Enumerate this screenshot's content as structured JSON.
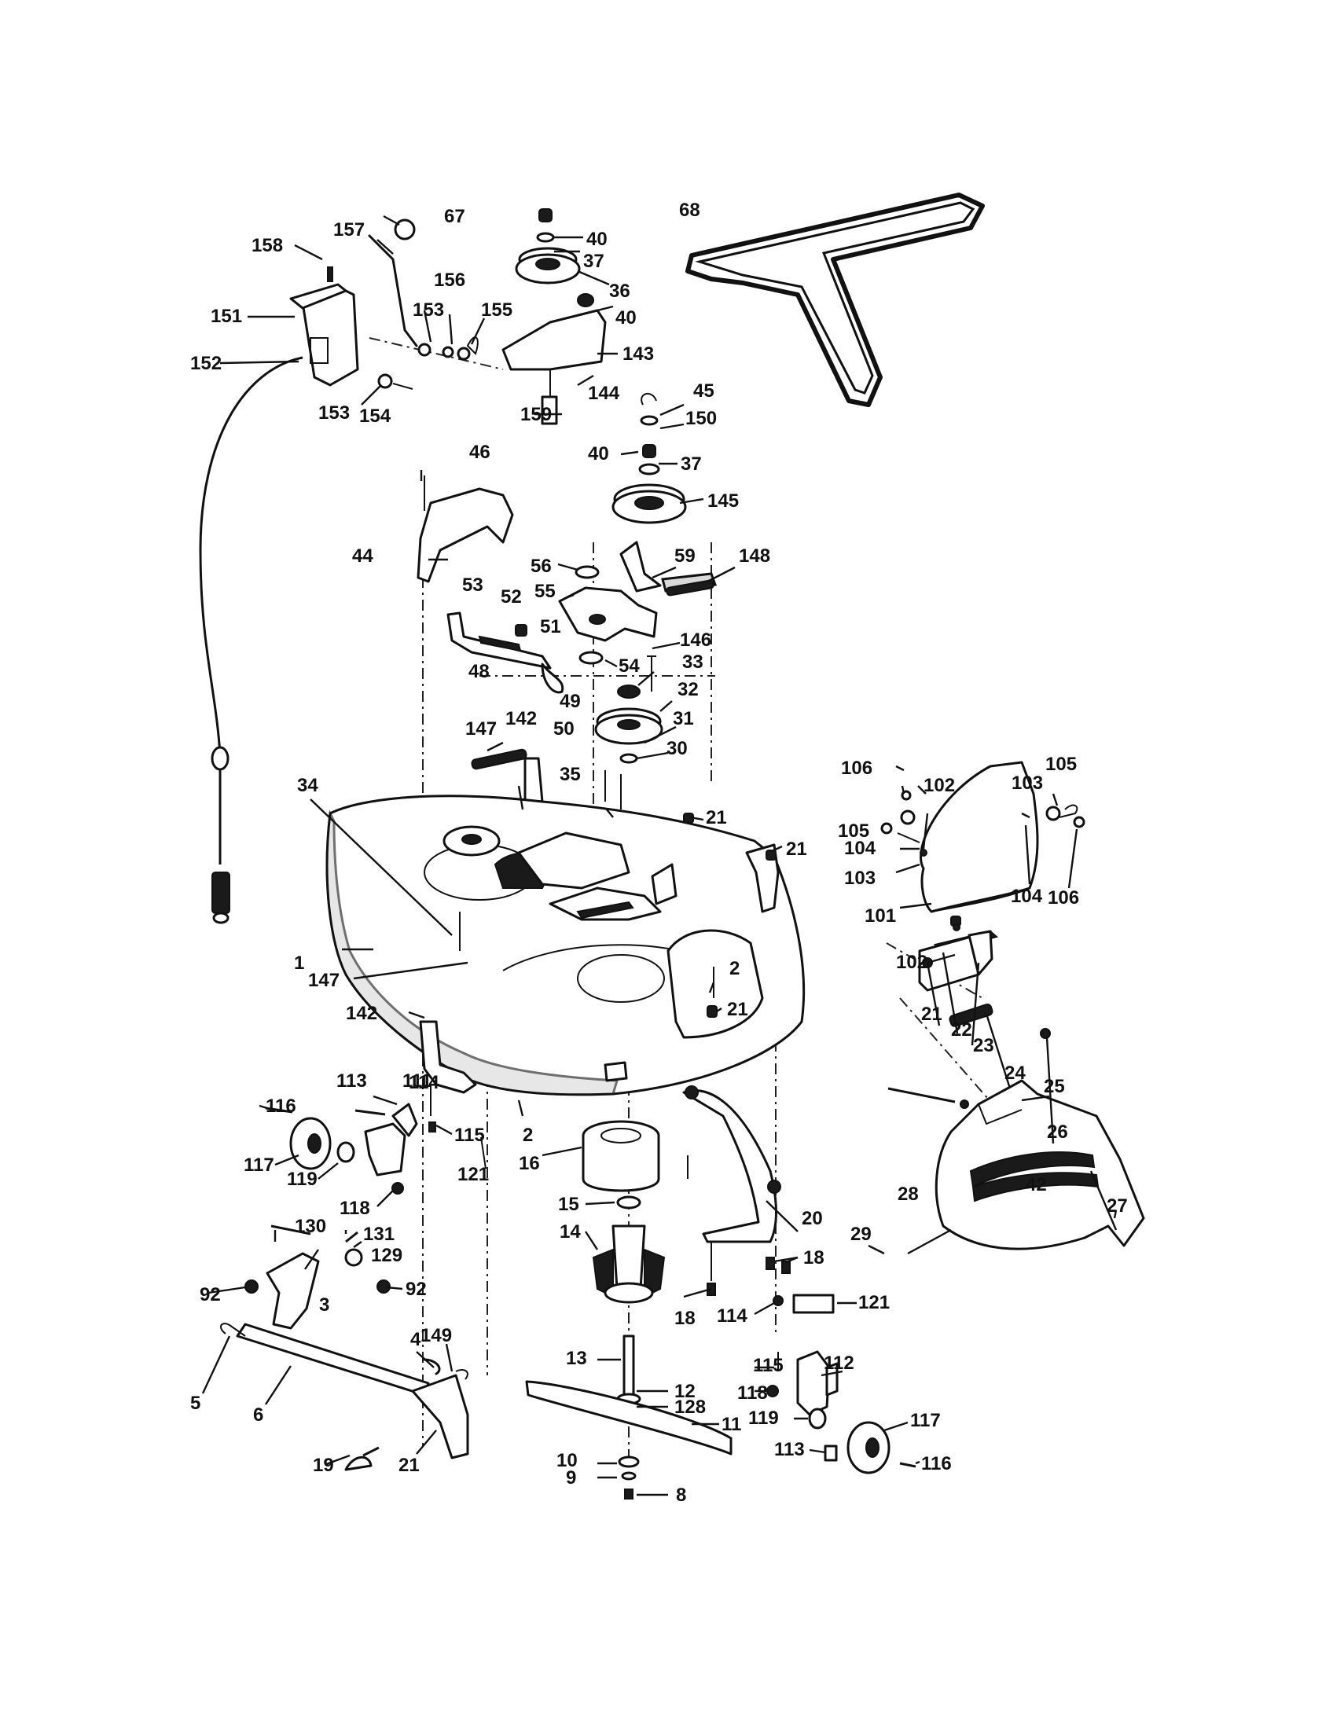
{
  "callouts": [
    {
      "id": "c1",
      "label": "1"
    },
    {
      "id": "c2a",
      "label": "2"
    },
    {
      "id": "c2b",
      "label": "2"
    },
    {
      "id": "c3",
      "label": "3"
    },
    {
      "id": "c4",
      "label": "4"
    },
    {
      "id": "c5",
      "label": "5"
    },
    {
      "id": "c6",
      "label": "6"
    },
    {
      "id": "c8",
      "label": "8"
    },
    {
      "id": "c9",
      "label": "9"
    },
    {
      "id": "c10",
      "label": "10"
    },
    {
      "id": "c11",
      "label": "11"
    },
    {
      "id": "c12",
      "label": "12"
    },
    {
      "id": "c13",
      "label": "13"
    },
    {
      "id": "c14",
      "label": "14"
    },
    {
      "id": "c15",
      "label": "15"
    },
    {
      "id": "c16",
      "label": "16"
    },
    {
      "id": "c18a",
      "label": "18"
    },
    {
      "id": "c18b",
      "label": "18"
    },
    {
      "id": "c19",
      "label": "19"
    },
    {
      "id": "c20",
      "label": "20"
    },
    {
      "id": "c21a",
      "label": "21"
    },
    {
      "id": "c21b",
      "label": "21"
    },
    {
      "id": "c21c",
      "label": "21"
    },
    {
      "id": "c21d",
      "label": "21"
    },
    {
      "id": "c21e",
      "label": "21"
    },
    {
      "id": "c22",
      "label": "22"
    },
    {
      "id": "c23",
      "label": "23"
    },
    {
      "id": "c24",
      "label": "24"
    },
    {
      "id": "c25",
      "label": "25"
    },
    {
      "id": "c26",
      "label": "26"
    },
    {
      "id": "c27",
      "label": "27"
    },
    {
      "id": "c28",
      "label": "28"
    },
    {
      "id": "c29",
      "label": "29"
    },
    {
      "id": "c30",
      "label": "30"
    },
    {
      "id": "c31",
      "label": "31"
    },
    {
      "id": "c32",
      "label": "32"
    },
    {
      "id": "c33",
      "label": "33"
    },
    {
      "id": "c34",
      "label": "34"
    },
    {
      "id": "c35",
      "label": "35"
    },
    {
      "id": "c36",
      "label": "36"
    },
    {
      "id": "c37a",
      "label": "37"
    },
    {
      "id": "c37b",
      "label": "37"
    },
    {
      "id": "c40a",
      "label": "40"
    },
    {
      "id": "c40b",
      "label": "40"
    },
    {
      "id": "c40c",
      "label": "40"
    },
    {
      "id": "c44",
      "label": "44"
    },
    {
      "id": "c45",
      "label": "45"
    },
    {
      "id": "c46",
      "label": "46"
    },
    {
      "id": "c48",
      "label": "48"
    },
    {
      "id": "c49",
      "label": "49"
    },
    {
      "id": "c50",
      "label": "50"
    },
    {
      "id": "c51",
      "label": "51"
    },
    {
      "id": "c52",
      "label": "52"
    },
    {
      "id": "c53",
      "label": "53"
    },
    {
      "id": "c54",
      "label": "54"
    },
    {
      "id": "c55",
      "label": "55"
    },
    {
      "id": "c56",
      "label": "56"
    },
    {
      "id": "c59",
      "label": "59"
    },
    {
      "id": "c67",
      "label": "67"
    },
    {
      "id": "c68",
      "label": "68"
    },
    {
      "id": "c92a",
      "label": "92"
    },
    {
      "id": "c92b",
      "label": "92"
    },
    {
      "id": "c101",
      "label": "101"
    },
    {
      "id": "c102a",
      "label": "102"
    },
    {
      "id": "c102b",
      "label": "102"
    },
    {
      "id": "c103a",
      "label": "103"
    },
    {
      "id": "c103b",
      "label": "103"
    },
    {
      "id": "c104a",
      "label": "104"
    },
    {
      "id": "c104b",
      "label": "104"
    },
    {
      "id": "c105a",
      "label": "105"
    },
    {
      "id": "c105b",
      "label": "105"
    },
    {
      "id": "c106a",
      "label": "106"
    },
    {
      "id": "c106b",
      "label": "106"
    },
    {
      "id": "c111",
      "label": "111"
    },
    {
      "id": "c112",
      "label": "112"
    },
    {
      "id": "c113a",
      "label": "113"
    },
    {
      "id": "c113b",
      "label": "113"
    },
    {
      "id": "c114a",
      "label": "114"
    },
    {
      "id": "c114b",
      "label": "114"
    },
    {
      "id": "c115a",
      "label": "115"
    },
    {
      "id": "c115b",
      "label": "115"
    },
    {
      "id": "c116a",
      "label": "116"
    },
    {
      "id": "c116b",
      "label": "116"
    },
    {
      "id": "c117a",
      "label": "117"
    },
    {
      "id": "c117b",
      "label": "117"
    },
    {
      "id": "c118a",
      "label": "118"
    },
    {
      "id": "c118b",
      "label": "118"
    },
    {
      "id": "c119a",
      "label": "119"
    },
    {
      "id": "c119b",
      "label": "119"
    },
    {
      "id": "c121a",
      "label": "121"
    },
    {
      "id": "c121b",
      "label": "121"
    },
    {
      "id": "c128",
      "label": "128"
    },
    {
      "id": "c129",
      "label": "129"
    },
    {
      "id": "c130",
      "label": "130"
    },
    {
      "id": "c131",
      "label": "131"
    },
    {
      "id": "c142a",
      "label": "142"
    },
    {
      "id": "c142b",
      "label": "142"
    },
    {
      "id": "c143",
      "label": "143"
    },
    {
      "id": "c144",
      "label": "144"
    },
    {
      "id": "c145",
      "label": "145"
    },
    {
      "id": "c146",
      "label": "146"
    },
    {
      "id": "c147a",
      "label": "147"
    },
    {
      "id": "c147b",
      "label": "147"
    },
    {
      "id": "c148",
      "label": "148"
    },
    {
      "id": "c149",
      "label": "149"
    },
    {
      "id": "c150",
      "label": "150"
    },
    {
      "id": "c151",
      "label": "151"
    },
    {
      "id": "c152",
      "label": "152"
    },
    {
      "id": "c153a",
      "label": "153"
    },
    {
      "id": "c153b",
      "label": "153"
    },
    {
      "id": "c154",
      "label": "154"
    },
    {
      "id": "c155",
      "label": "155"
    },
    {
      "id": "c156",
      "label": "156"
    },
    {
      "id": "c157",
      "label": "157"
    },
    {
      "id": "c158",
      "label": "158"
    },
    {
      "id": "c159",
      "label": "159"
    }
  ],
  "discharge_chute_logo": "42"
}
